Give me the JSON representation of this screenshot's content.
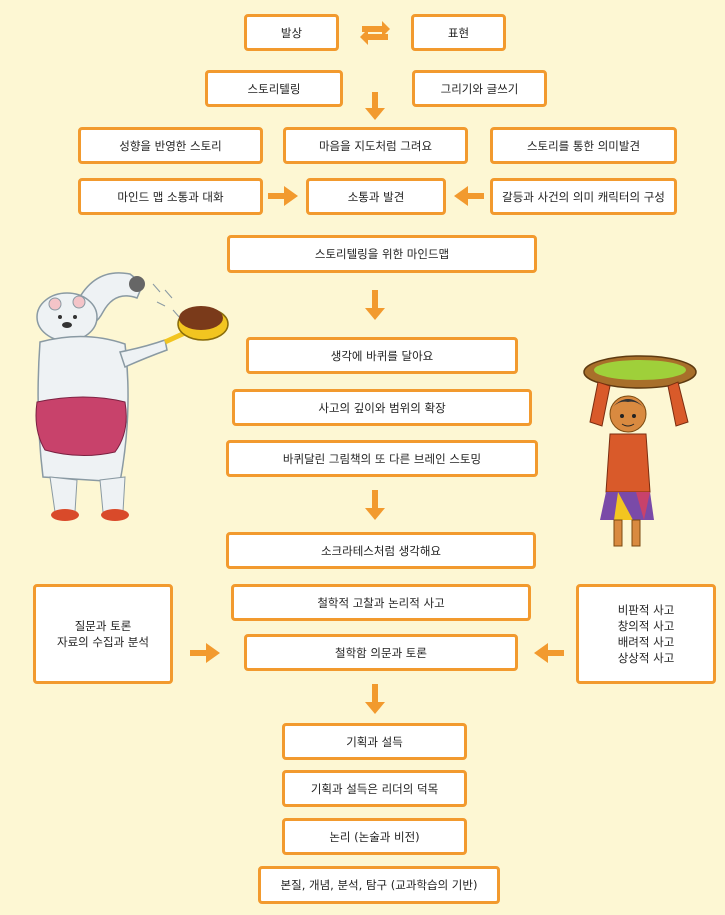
{
  "colors": {
    "accent": "#f29a2e",
    "background": "#fdf7d3"
  },
  "top": {
    "left": "발상",
    "right": "표현"
  },
  "row2": {
    "left": "스토리텔링",
    "right": "그리기와 글쓰기"
  },
  "row3": {
    "left": "성향을 반영한 스토리",
    "center": "마음을 지도처럼 그려요",
    "right": "스토리를 통한 의미발견"
  },
  "row4": {
    "left": "마인드 맵 소통과 대화",
    "center": "소통과 발견",
    "right": "갈등과 사건의 의미 캐릭터의 구성"
  },
  "mindmap": "스토리텔링을 위한 마인드맵",
  "wheel": {
    "item1": "생각에 바퀴를 달아요",
    "item2": "사고의 깊이와 범위의 확장",
    "item3": "바퀴달린 그림책의 또 다른 브레인 스토밍"
  },
  "socrates": {
    "item1": "소크라테스처럼 생각해요",
    "item2": "철학적 고찰과 논리적 사고",
    "item3": "철학함 의문과 토론"
  },
  "side_left": {
    "line1": "질문과 토론",
    "line2": "자료의 수집과 분석"
  },
  "side_right": {
    "line1": "비판적 사고",
    "line2": "창의적 사고",
    "line3": "배려적 사고",
    "line4": "상상적 사고"
  },
  "bottom": {
    "item1": "기획과 설득",
    "item2": "기획과 설득은 리더의 덕목",
    "item3": "논리 (논술과 비전)",
    "item4": "본질, 개념, 분석, 탐구 (교과학습의 기반)"
  }
}
